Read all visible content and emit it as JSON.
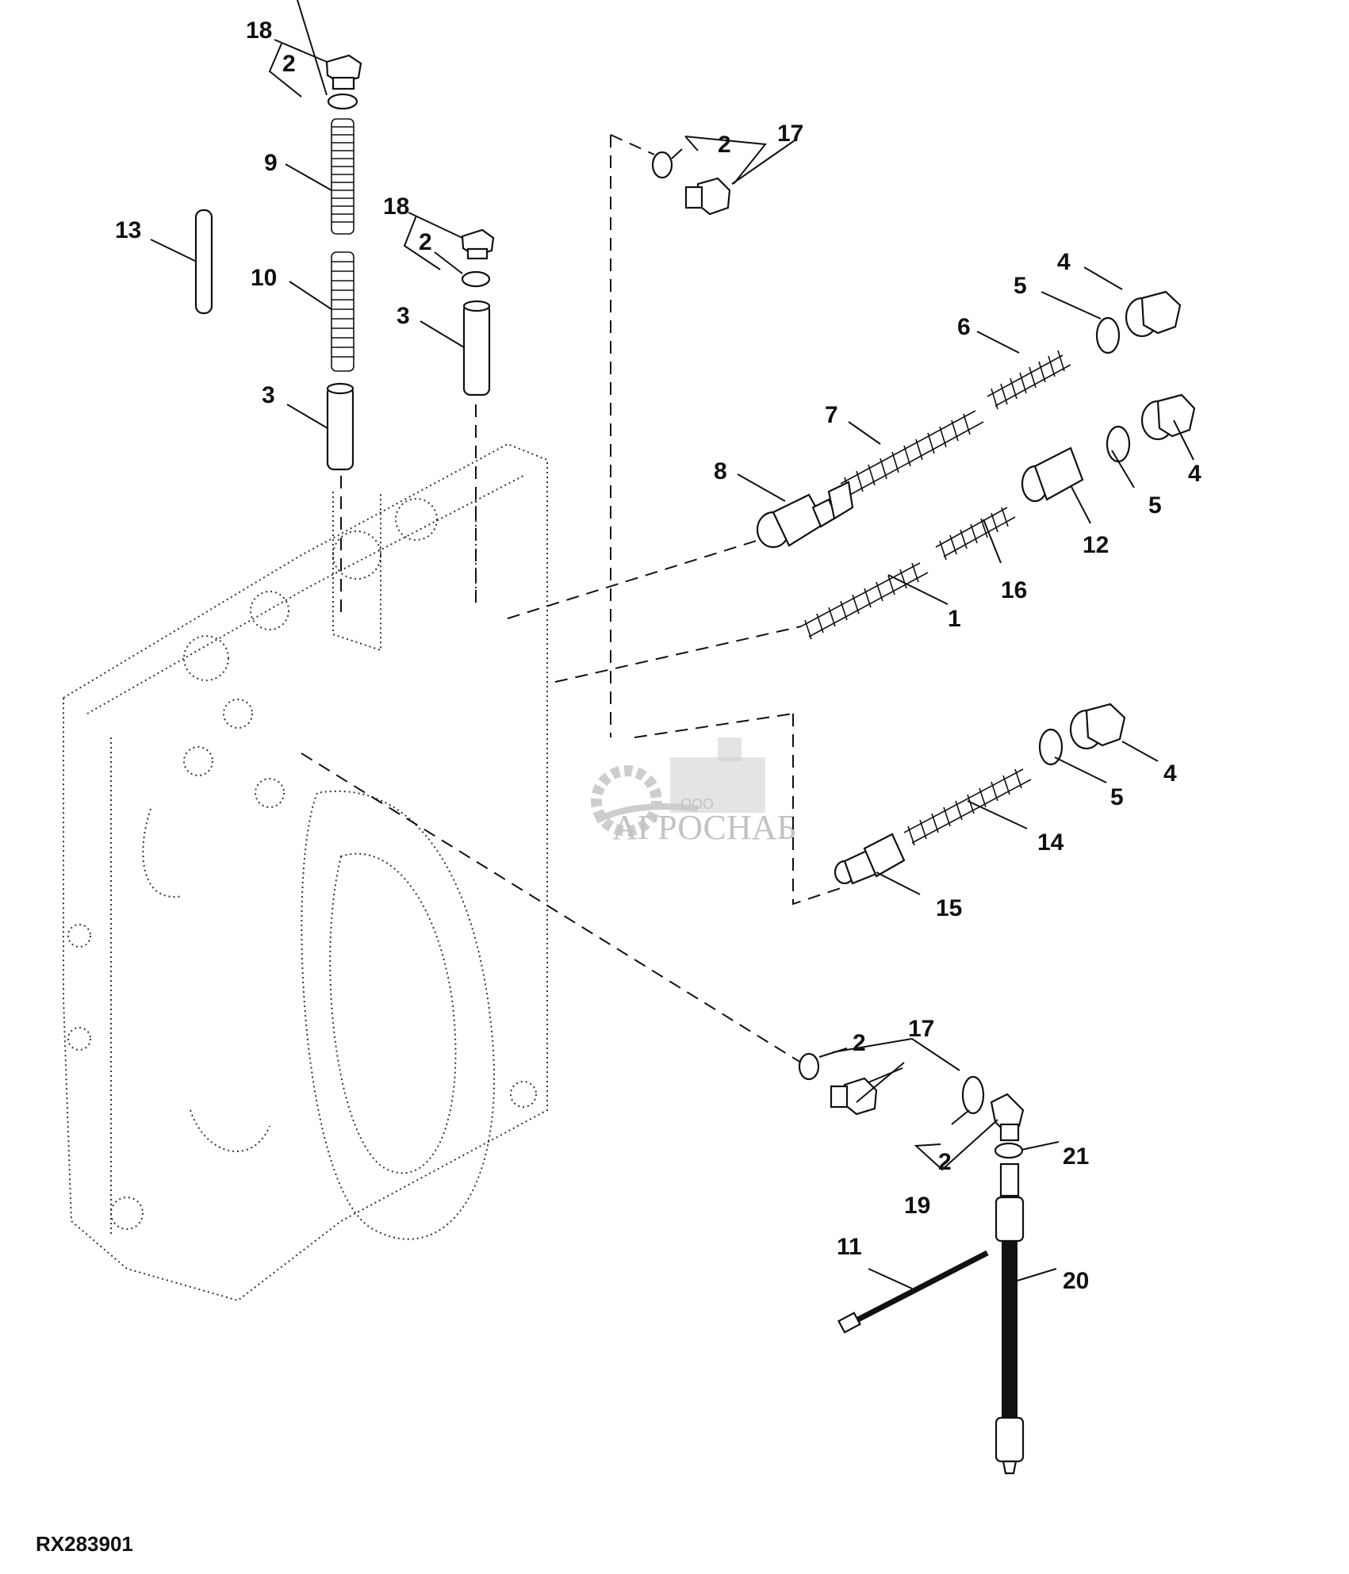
{
  "figure": {
    "id": "RX283901",
    "type": "exploded parts diagram",
    "watermark": {
      "small": "ООО",
      "brand": "АГРОСНАБ"
    }
  },
  "callouts": [
    {
      "key": "c18a",
      "label": "18"
    },
    {
      "key": "c2a",
      "label": "2"
    },
    {
      "key": "c9",
      "label": "9"
    },
    {
      "key": "c13",
      "label": "13"
    },
    {
      "key": "c10",
      "label": "10"
    },
    {
      "key": "c3a",
      "label": "3"
    },
    {
      "key": "c18b",
      "label": "18"
    },
    {
      "key": "c2b",
      "label": "2"
    },
    {
      "key": "c3b",
      "label": "3"
    },
    {
      "key": "c17a",
      "label": "17"
    },
    {
      "key": "c2c",
      "label": "2"
    },
    {
      "key": "c4a",
      "label": "4"
    },
    {
      "key": "c5a",
      "label": "5"
    },
    {
      "key": "c6",
      "label": "6"
    },
    {
      "key": "c7",
      "label": "7"
    },
    {
      "key": "c8",
      "label": "8"
    },
    {
      "key": "c4b",
      "label": "4"
    },
    {
      "key": "c5b",
      "label": "5"
    },
    {
      "key": "c12",
      "label": "12"
    },
    {
      "key": "c16",
      "label": "16"
    },
    {
      "key": "c1",
      "label": "1"
    },
    {
      "key": "c4c",
      "label": "4"
    },
    {
      "key": "c5c",
      "label": "5"
    },
    {
      "key": "c14",
      "label": "14"
    },
    {
      "key": "c15",
      "label": "15"
    },
    {
      "key": "c17b",
      "label": "17"
    },
    {
      "key": "c2d",
      "label": "2"
    },
    {
      "key": "c21",
      "label": "21"
    },
    {
      "key": "c2e",
      "label": "2"
    },
    {
      "key": "c19",
      "label": "19"
    },
    {
      "key": "c11",
      "label": "11"
    },
    {
      "key": "c20",
      "label": "20"
    }
  ]
}
